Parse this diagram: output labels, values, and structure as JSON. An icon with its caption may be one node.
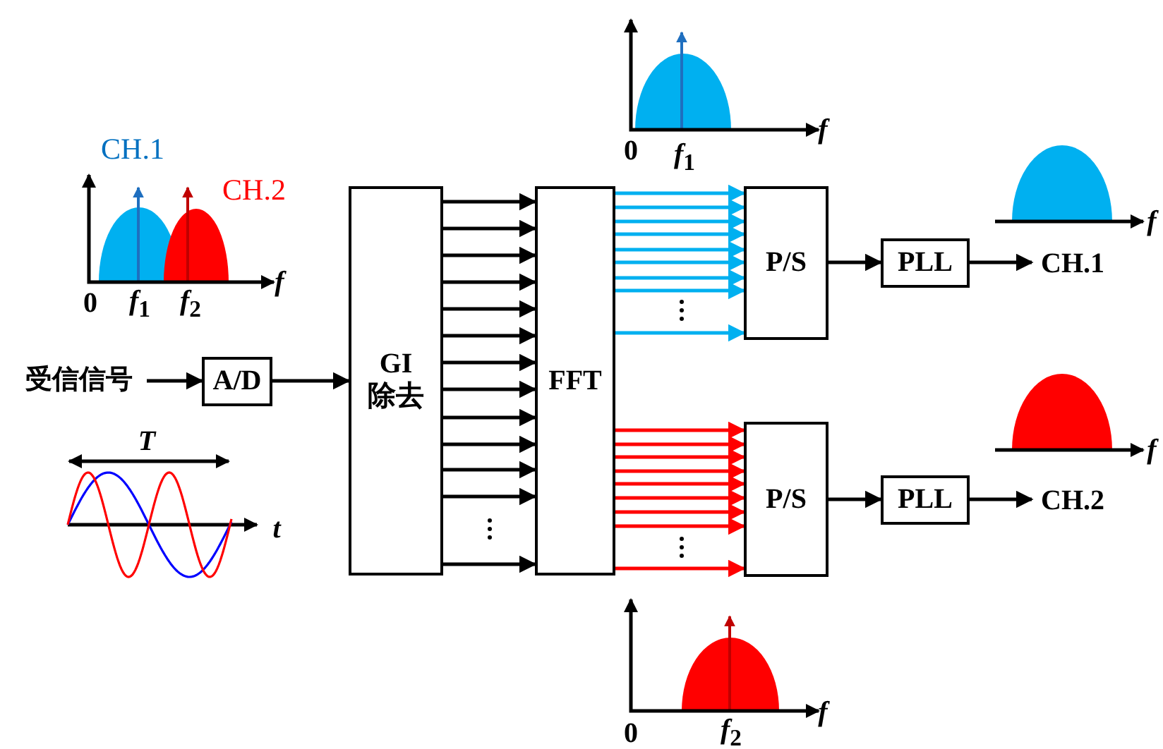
{
  "diagram": {
    "nodes": [
      {
        "text": [
          "受信信号"
        ]
      },
      {
        "text": [
          "A/D"
        ]
      },
      {
        "text": [
          "GI 除去"
        ]
      },
      {
        "text": [
          "FFT"
        ]
      },
      {
        "text": [
          "P/S"
        ]
      },
      {
        "text": [
          "PLL"
        ]
      },
      {
        "text": [
          "CH.1"
        ]
      },
      {
        "text": [
          "P/S"
        ]
      },
      {
        "text": [
          "PLL"
        ]
      },
      {
        "text": [
          "CH.2"
        ]
      }
    ],
    "edges": [
      {
        "from": 0,
        "to": 1,
        "arrow": "to"
      },
      {
        "from": 1,
        "to": 2,
        "arrow": "to"
      },
      {
        "from": 2,
        "to": 3,
        "arrow": "to"
      },
      {
        "from": 2,
        "to": 3,
        "arrow": "to"
      },
      {
        "from": 2,
        "to": 3,
        "arrow": "to"
      },
      {
        "from": 2,
        "to": 3,
        "arrow": "to"
      },
      {
        "from": 2,
        "to": 3,
        "arrow": "to"
      },
      {
        "from": 2,
        "to": 3,
        "arrow": "to"
      },
      {
        "from": 2,
        "to": 3,
        "arrow": "to"
      },
      {
        "from": 2,
        "to": 3,
        "arrow": "to"
      },
      {
        "from": 2,
        "to": 3,
        "arrow": "to"
      },
      {
        "from": 2,
        "to": 3,
        "arrow": "to"
      },
      {
        "from": 2,
        "to": 3,
        "arrow": "to"
      },
      {
        "from": 2,
        "to": 3,
        "arrow": "to"
      },
      {
        "from": 2,
        "to": 3,
        "arrow": "to"
      },
      {
        "from": 3,
        "to": 4,
        "arrow": "to",
        "color": "#00b0f0"
      },
      {
        "from": 3,
        "to": 4,
        "arrow": "to",
        "color": "#00b0f0"
      },
      {
        "from": 3,
        "to": 4,
        "arrow": "to",
        "color": "#00b0f0"
      },
      {
        "from": 3,
        "to": 4,
        "arrow": "to",
        "color": "#00b0f0"
      },
      {
        "from": 3,
        "to": 4,
        "arrow": "to",
        "color": "#00b0f0"
      },
      {
        "from": 3,
        "to": 4,
        "arrow": "to",
        "color": "#00b0f0"
      },
      {
        "from": 3,
        "to": 4,
        "arrow": "to",
        "color": "#00b0f0"
      },
      {
        "from": 3,
        "to": 4,
        "arrow": "to",
        "color": "#00b0f0"
      },
      {
        "from": 3,
        "to": 4,
        "arrow": "to",
        "color": "#00b0f0"
      },
      {
        "from": 3,
        "to": 7,
        "arrow": "to",
        "color": "#ff0000"
      },
      {
        "from": 3,
        "to": 7,
        "arrow": "to",
        "color": "#ff0000"
      },
      {
        "from": 3,
        "to": 7,
        "arrow": "to",
        "color": "#ff0000"
      },
      {
        "from": 3,
        "to": 7,
        "arrow": "to",
        "color": "#ff0000"
      },
      {
        "from": 3,
        "to": 7,
        "arrow": "to",
        "color": "#ff0000"
      },
      {
        "from": 3,
        "to": 7,
        "arrow": "to",
        "color": "#ff0000"
      },
      {
        "from": 3,
        "to": 7,
        "arrow": "to",
        "color": "#ff0000"
      },
      {
        "from": 3,
        "to": 7,
        "arrow": "to",
        "color": "#ff0000"
      },
      {
        "from": 3,
        "to": 7,
        "arrow": "to",
        "color": "#ff0000"
      },
      {
        "from": 4,
        "to": 5,
        "arrow": "to"
      },
      {
        "from": 5,
        "to": 6,
        "arrow": "to"
      },
      {
        "from": 7,
        "to": 8,
        "arrow": "to"
      },
      {
        "from": 8,
        "to": 9,
        "arrow": "to"
      }
    ],
    "labels": [
      "0",
      "*f*$_{1}$",
      "f",
      "CH.1",
      "CH.2",
      "f",
      "0",
      "*f*$_{1}$",
      "*f*$_{2}$",
      "f",
      "T",
      "f",
      "t",
      "0",
      "*f*$_{2}$",
      "f"
    ]
  }
}
